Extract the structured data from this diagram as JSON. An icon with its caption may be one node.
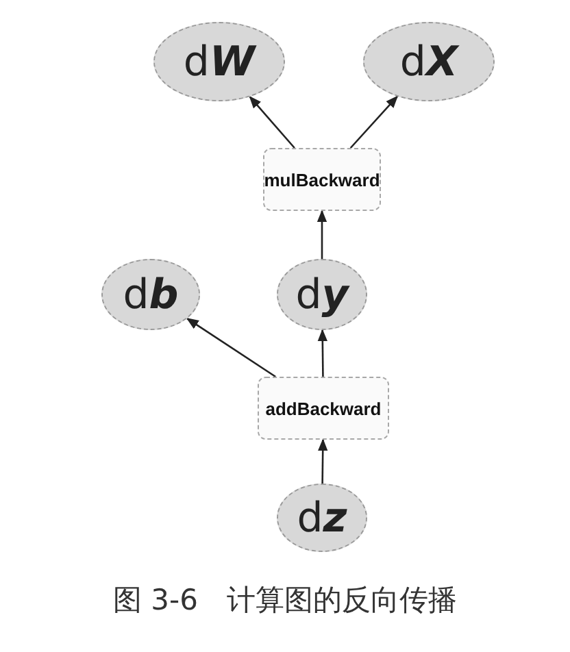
{
  "diagram": {
    "caption": "图 3-6　计算图的反向传播",
    "nodes": [
      {
        "text": [
          "d**W**"
        ]
      },
      {
        "text": [
          "d**X**"
        ]
      },
      {
        "text": [
          "mulBackward"
        ]
      },
      {
        "text": [
          "d**b**"
        ]
      },
      {
        "text": [
          "d**y**"
        ]
      },
      {
        "text": [
          "addBackward"
        ]
      },
      {
        "text": [
          "d**z**"
        ]
      }
    ],
    "edges": [
      {
        "from": 2,
        "to": 0,
        "arrow": "to"
      },
      {
        "from": 2,
        "to": 1,
        "arrow": "to"
      },
      {
        "from": 4,
        "to": 2,
        "arrow": "to"
      },
      {
        "from": 5,
        "to": 3,
        "arrow": "to"
      },
      {
        "from": 5,
        "to": 4,
        "arrow": "to"
      },
      {
        "from": 6,
        "to": 5,
        "arrow": "to"
      }
    ]
  }
}
